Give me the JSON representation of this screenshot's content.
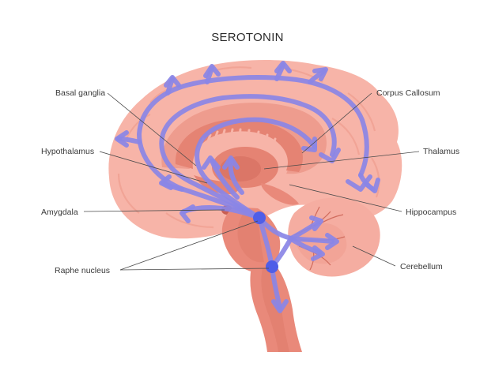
{
  "title": "SEROTONIN",
  "labels": {
    "basal_ganglia": "Basal ganglia",
    "hypothalamus": "Hypothalamus",
    "amygdala": "Amygdala",
    "raphe_nucleus": "Raphe nucleus",
    "corpus_callosum": "Corpus Callosum",
    "thalamus": "Thalamus",
    "hippocampus": "Hippocampus",
    "cerebellum": "Cerebellum"
  },
  "colors": {
    "cortex": "#f7b4a8",
    "cortex_dark": "#ee9c8e",
    "inner": "#e9897a",
    "deep": "#d96f62",
    "pathway": "#8a86e6",
    "nucleus": "#4f5ee8"
  }
}
